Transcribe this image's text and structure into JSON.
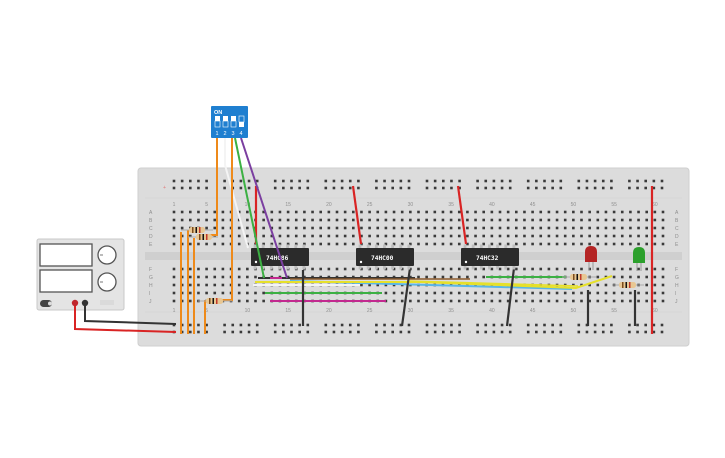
{
  "breadboard": {
    "row_labels_top": [
      "A",
      "B",
      "C",
      "D",
      "E"
    ],
    "row_labels_bottom": [
      "F",
      "G",
      "H",
      "I",
      "J"
    ],
    "column_labels": [
      "1",
      "5",
      "10",
      "15",
      "20",
      "25",
      "30",
      "35",
      "40",
      "45",
      "50",
      "55",
      "60"
    ]
  },
  "chips": [
    {
      "label": "74HC86"
    },
    {
      "label": "74HC00"
    },
    {
      "label": "74HC32"
    }
  ],
  "dip_switch": {
    "on_label": "ON",
    "switch_numbers": [
      "1",
      "2",
      "3",
      "4"
    ]
  },
  "leds": [
    {
      "color_name": "red",
      "color": "#b42424"
    },
    {
      "color_name": "green",
      "color": "#2ca02c"
    }
  ],
  "colors": {
    "board": "#dcdcdc",
    "chip": "#2b2b2b",
    "dip_switch": "#1f7fd0",
    "wire_orange": "#ee8a1a",
    "wire_green": "#3cb043",
    "wire_purple": "#7b3fa0",
    "wire_red": "#d92424",
    "wire_black": "#333333",
    "wire_yellow": "#e6e02a",
    "wire_blue": "#5ab6e6",
    "wire_magenta": "#c2298f",
    "wire_white": "#f4f4f4"
  },
  "icons": [
    "power-supply-icon",
    "dip-switch-icon",
    "resistor-icon",
    "led-icon",
    "ic-chip-icon"
  ]
}
